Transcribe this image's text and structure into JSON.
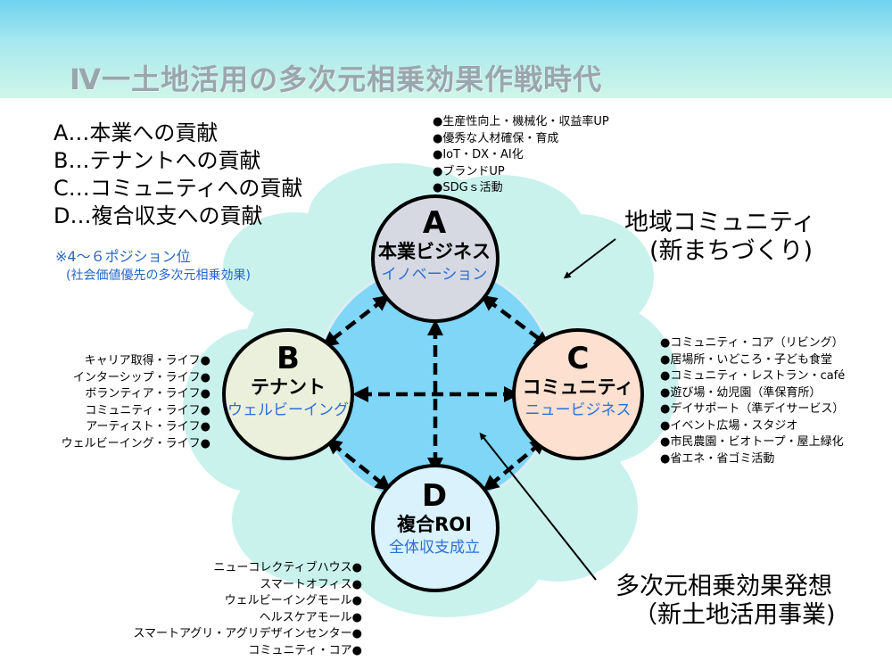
{
  "title": "Ⅳ一土地活用の多次元相乗効果作戦時代",
  "legend": [
    "A…本業への貢献",
    "B…テナントへの貢献",
    "C…コミュニティへの貢献",
    "D…複合収支への貢献"
  ],
  "note": {
    "line1": "※4～６ポジション位",
    "line2": "(社会価値優先の多次元相乗効果)"
  },
  "nodes": {
    "a": {
      "letter": "A",
      "name": "本業ビジネス",
      "sub": "イノベーション"
    },
    "b": {
      "letter": "B",
      "name": "テナント",
      "sub": "ウェルビーイング"
    },
    "c": {
      "letter": "C",
      "name": "コミュニティ",
      "sub": "ニュービジネス"
    },
    "d": {
      "letter": "D",
      "name": "複合ROI",
      "sub": "全体収支成立"
    }
  },
  "lists": {
    "a": [
      "●生産性向上・機械化・収益率UP",
      "●優秀な人材確保・育成",
      "●IoT・DX・AI化",
      "●ブランドUP",
      "●SDGｓ活動"
    ],
    "b": [
      "キャリア取得・ライフ●",
      "インターシップ・ライフ●",
      "ボランティア・ライフ●",
      "コミュニティ・ライフ●",
      "アーティスト・ライフ●",
      "ウェルビーイング・ライフ●"
    ],
    "c": [
      "●コミュニティ・コア（リビング）",
      "●居場所・いどころ・子ども食堂",
      "●コミュニティ・レストラン・café",
      "●遊び場・幼児園（準保育所）",
      "●デイサポート（準デイサービス）",
      "●イベント広場・スタジオ",
      "●市民農園・ビオトープ・屋上緑化",
      "●省エネ・省ゴミ活動"
    ],
    "d": [
      "ニューコレクティブハウス●",
      "スマートオフィス●",
      "ウェルビーイングモール●",
      "ヘルスケアモール●",
      "スマートアグリ・アグリデザインセンター●",
      "コミュニティ・コア●"
    ]
  },
  "annotations": {
    "community": {
      "line1": "地域コミュニティ",
      "line2": "(新まちづくり)"
    },
    "synergy": {
      "line1": "多次元相乗効果発想",
      "line2": "（新土地活用事業)"
    }
  },
  "colors": {
    "cloud": "#c9f2ec",
    "inner_circle": "#7fd6f7",
    "node_a": "#d6d8e2",
    "node_b": "#eaf0dc",
    "node_c": "#fde0cf",
    "node_d": "#d9f2fc",
    "accent_text": "#2b6fd6"
  }
}
